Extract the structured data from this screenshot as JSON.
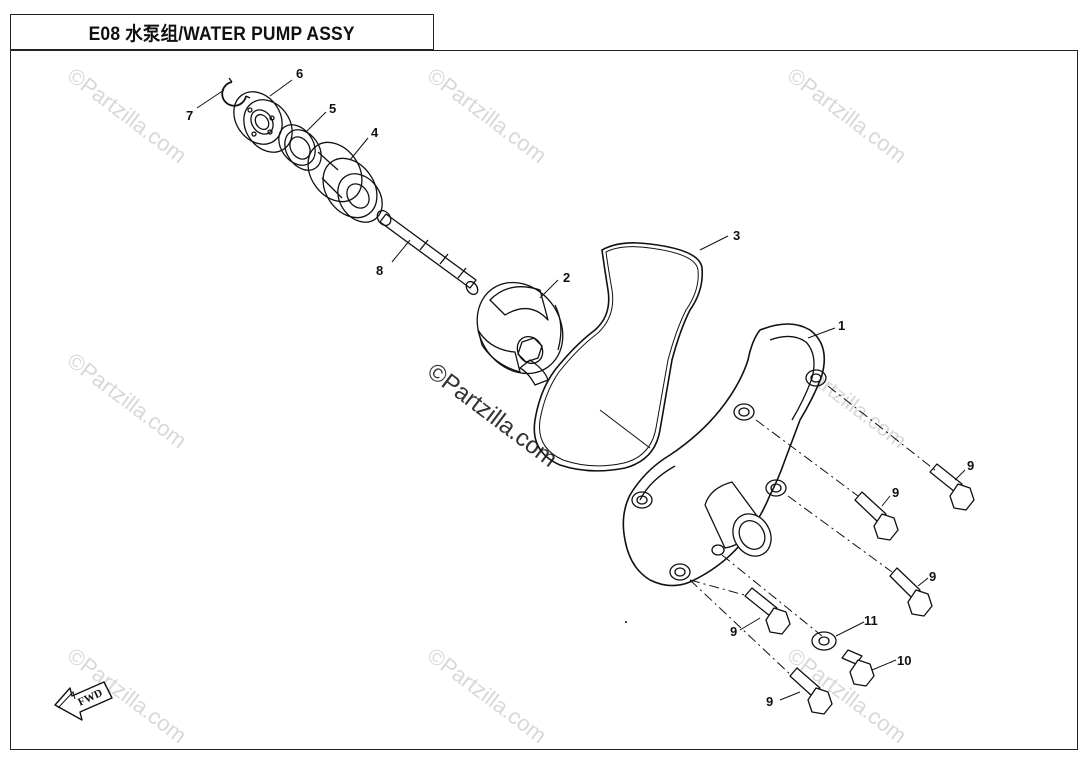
{
  "title": "E08 水泵组/WATER PUMP ASSY",
  "watermark": "©Partzilla.com",
  "watermark_center": "©Partzilla.com",
  "fwd_label": "FWD",
  "callouts": {
    "c1": "1",
    "c2": "2",
    "c3": "3",
    "c4": "4",
    "c5": "5",
    "c6": "6",
    "c7": "7",
    "c8": "8",
    "c9a": "9",
    "c9b": "9",
    "c9c": "9",
    "c9d": "9",
    "c9e": "9",
    "c10": "10",
    "c11": "11"
  }
}
